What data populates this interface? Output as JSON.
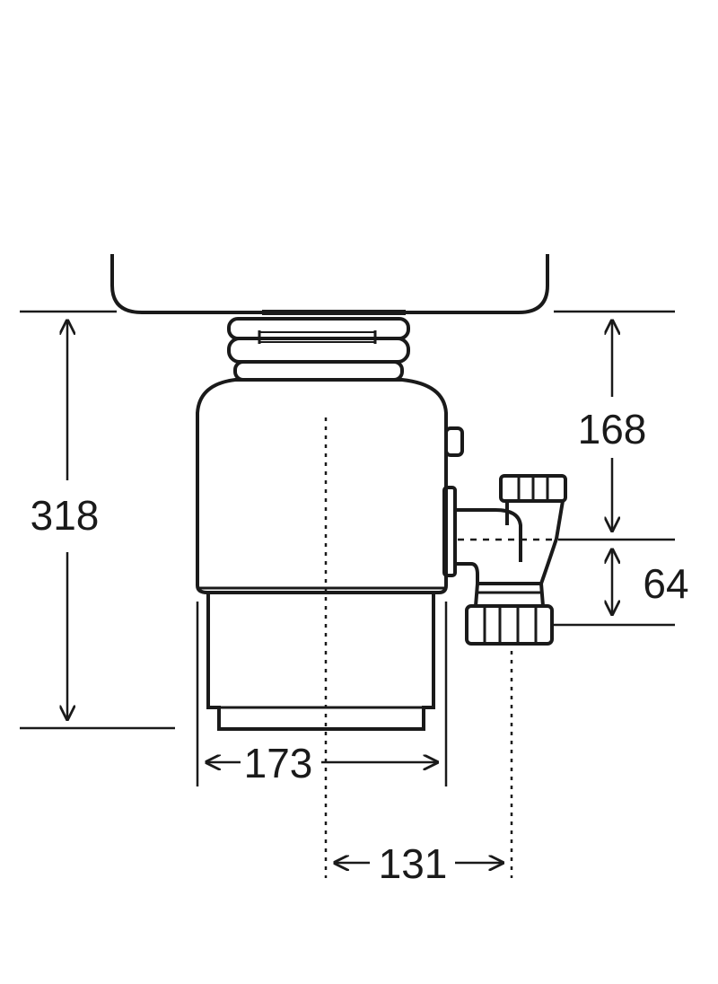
{
  "dimensions": {
    "overall_height": "318",
    "inlet_to_outlet_height": "168",
    "outlet_to_drain_offset": "64",
    "body_width": "173",
    "center_to_drain": "131"
  },
  "colors": {
    "line": "#1a1a1a",
    "background": "#ffffff"
  }
}
